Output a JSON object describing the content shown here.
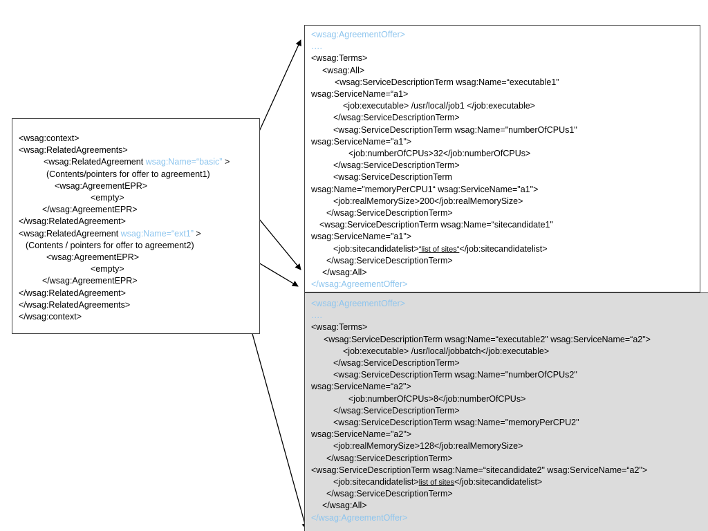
{
  "colors": {
    "highlight": "#8ec5ee",
    "offer2_background": "#dcdcdc"
  },
  "context": {
    "lines": [
      [
        {
          "t": "<wsag:context>"
        }
      ],
      [
        {
          "t": "<wsag:RelatedAgreements>"
        }
      ],
      [
        {
          "t": "<wsag:RelatedAgreement "
        },
        {
          "t": "wsag:Name=“basic”",
          "c": "hl"
        },
        {
          "t": " >"
        }
      ],
      [
        {
          "t": "(Contents/pointers for offer to agreement1)"
        }
      ],
      [
        {
          "t": "<wsag:AgreementEPR>"
        }
      ],
      [
        {
          "t": "<empty>"
        }
      ],
      [
        {
          "t": "</wsag:AgreementEPR>"
        }
      ],
      [
        {
          "t": "</wsag:RelatedAgreement>"
        }
      ],
      [
        {
          "t": "<wsag:RelatedAgreement "
        },
        {
          "t": "wsag:Name=“ext1”",
          "c": "hl"
        },
        {
          "t": " >"
        }
      ],
      [
        {
          "t": "(Contents / pointers for offer to agreement2)"
        }
      ],
      [
        {
          "t": "<wsag:AgreementEPR>"
        }
      ],
      [
        {
          "t": "<empty>"
        }
      ],
      [
        {
          "t": "</wsag:AgreementEPR>"
        }
      ],
      [
        {
          "t": "</wsag:RelatedAgreement>"
        }
      ],
      [
        {
          "t": "</wsag:RelatedAgreements>"
        }
      ],
      [
        {
          "t": "</wsag:context>"
        }
      ]
    ]
  },
  "offer1": {
    "lines": [
      [
        {
          "t": "<wsag:AgreementOffer>",
          "c": "hl"
        }
      ],
      [
        {
          "t": "….",
          "c": "hl"
        }
      ],
      [
        {
          "t": "<wsag:Terms>"
        }
      ],
      [
        {
          "t": "<wsag:All>"
        }
      ],
      [
        {
          "t": "<wsag:ServiceDescriptionTerm wsag:Name=“executable1”"
        }
      ],
      [
        {
          "t": "wsag:ServiceName=“a1>"
        }
      ],
      [
        {
          "t": "<job:executable> /usr/local/job1 </job:executable>"
        }
      ],
      [
        {
          "t": "</wsag:ServiceDescriptionTerm>"
        }
      ],
      [
        {
          "t": "<wsag:ServiceDescriptionTerm wsag:Name=\"numberOfCPUs1\""
        }
      ],
      [
        {
          "t": "wsag:ServiceName=\"a1\">"
        }
      ],
      [
        {
          "t": "<job:numberOfCPUs>32</job:numberOfCPUs>"
        }
      ],
      [
        {
          "t": "</wsag:ServiceDescriptionTerm>"
        }
      ],
      [
        {
          "t": "<wsag:ServiceDescriptionTerm"
        }
      ],
      [
        {
          "t": "wsag:Name=\"memoryPerCPU1“ wsag:ServiceName=\"a1\">"
        }
      ],
      [
        {
          "t": "<job:realMemorySize>200</job:realMemorySize>"
        }
      ],
      [
        {
          "t": "</wsag:ServiceDescriptionTerm>"
        }
      ],
      [
        {
          "t": "<wsag:ServiceDescriptionTerm wsag:Name=“sitecandidate1\""
        }
      ],
      [
        {
          "t": "wsag:ServiceName=\"a1\">"
        }
      ],
      [
        {
          "t": "<job:sitecandidatelist>"
        },
        {
          "t": "”list of sites”",
          "c": "ul"
        },
        {
          "t": "</job:sitecandidatelist>"
        }
      ],
      [
        {
          "t": "</wsag:ServiceDescriptionTerm>"
        }
      ],
      [
        {
          "t": "</wsag:All>"
        }
      ],
      [
        {
          "t": "</wsag:AgreementOffer>",
          "c": "hl"
        }
      ]
    ]
  },
  "offer2": {
    "lines": [
      [
        {
          "t": "<wsag:AgreementOffer>",
          "c": "hl"
        }
      ],
      [
        {
          "t": "….",
          "c": "hl"
        }
      ],
      [
        {
          "t": "<wsag:Terms>"
        }
      ],
      [
        {
          "t": "<wsag:ServiceDescriptionTerm wsag:Name=“executable2\" wsag:ServiceName=“a2\">"
        }
      ],
      [
        {
          "t": "<job:executable> /usr/local/jobbatch</job:executable>"
        }
      ],
      [
        {
          "t": "</wsag:ServiceDescriptionTerm>"
        }
      ],
      [
        {
          "t": "<wsag:ServiceDescriptionTerm wsag:Name=\"numberOfCPUs2\""
        }
      ],
      [
        {
          "t": "wsag:ServiceName=“a2\">"
        }
      ],
      [
        {
          "t": "<job:numberOfCPUs>8</job:numberOfCPUs>"
        }
      ],
      [
        {
          "t": "</wsag:ServiceDescriptionTerm>"
        }
      ],
      [
        {
          "t": "<wsag:ServiceDescriptionTerm wsag:Name=\"memoryPerCPU2\""
        }
      ],
      [
        {
          "t": "wsag:ServiceName=\"a2\">"
        }
      ],
      [
        {
          "t": "<job:realMemorySize>128</job:realMemorySize>"
        }
      ],
      [
        {
          "t": "</wsag:ServiceDescriptionTerm>"
        }
      ],
      [
        {
          "t": "<wsag:ServiceDescriptionTerm wsag:Name=“sitecandidate2\" wsag:ServiceName=“a2\">"
        }
      ],
      [
        {
          "t": "<job:sitecandidatelist>"
        },
        {
          "t": "list of sites",
          "c": "ul"
        },
        {
          "t": "</job:sitecandidatelist>"
        }
      ],
      [
        {
          "t": "</wsag:ServiceDescriptionTerm>"
        }
      ],
      [
        {
          "t": "</wsag:All>"
        }
      ],
      [
        {
          "t": "</wsag:AgreementOffer>",
          "c": "hl"
        }
      ]
    ]
  }
}
